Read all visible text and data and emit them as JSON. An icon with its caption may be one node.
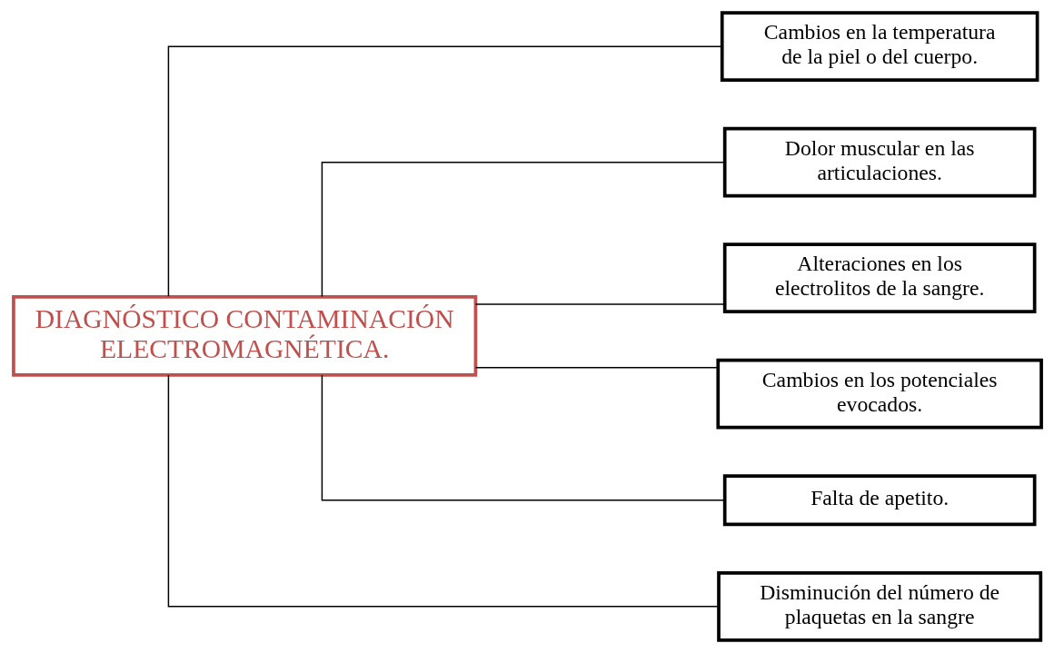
{
  "diagram": {
    "nodes": [
      {
        "text": [
          "DIAGNÓSTICO CONTAMINACIÓN ELECTROMAGNÉTICA."
        ]
      },
      {
        "text": [
          "Cambios en la temperatura de la piel o del cuerpo."
        ]
      },
      {
        "text": [
          "Dolor muscular en las articulaciones."
        ]
      },
      {
        "text": [
          "Alteraciones en los electrolitos de la sangre."
        ]
      },
      {
        "text": [
          "Cambios en los potenciales evocados."
        ]
      },
      {
        "text": [
          "Falta de apetito."
        ]
      },
      {
        "text": [
          "Disminución del número de plaquetas en la sangre"
        ]
      }
    ],
    "edges": [
      {
        "from": 0,
        "to": 1,
        "arrow": "none"
      },
      {
        "from": 0,
        "to": 2,
        "arrow": "none"
      },
      {
        "from": 0,
        "to": 3,
        "arrow": "none"
      },
      {
        "from": 0,
        "to": 4,
        "arrow": "none"
      },
      {
        "from": 0,
        "to": 5,
        "arrow": "none"
      },
      {
        "from": 0,
        "to": 6,
        "arrow": "none"
      }
    ]
  }
}
